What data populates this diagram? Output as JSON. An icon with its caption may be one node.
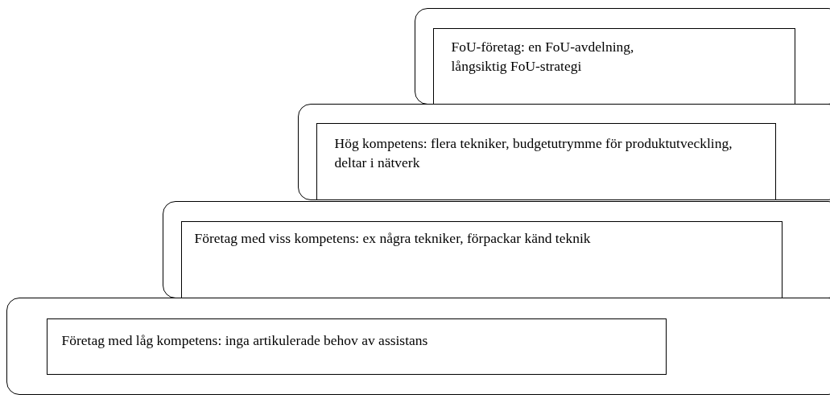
{
  "diagram": {
    "nodes": [
      {
        "text": [],
        "shape": "box"
      },
      {
        "text": [
          "FoU-företag: en FoU-avdelning, långsiktig FoU-strategi"
        ],
        "in": 0
      },
      {
        "text": [],
        "shape": "box"
      },
      {
        "text": [
          "Hög kompetens: flera tekniker, budgetutrymme för produktutveckling, deltar i nätverk"
        ],
        "in": 2
      },
      {
        "text": [],
        "shape": "box"
      },
      {
        "text": [
          "Företag med viss kompetens: ex några tekniker, förpackar känd teknik"
        ],
        "in": 4
      },
      {
        "text": [],
        "shape": "box"
      },
      {
        "text": [
          "Företag med låg kompetens: inga artikulerade behov av assistans"
        ],
        "in": 6
      }
    ]
  }
}
